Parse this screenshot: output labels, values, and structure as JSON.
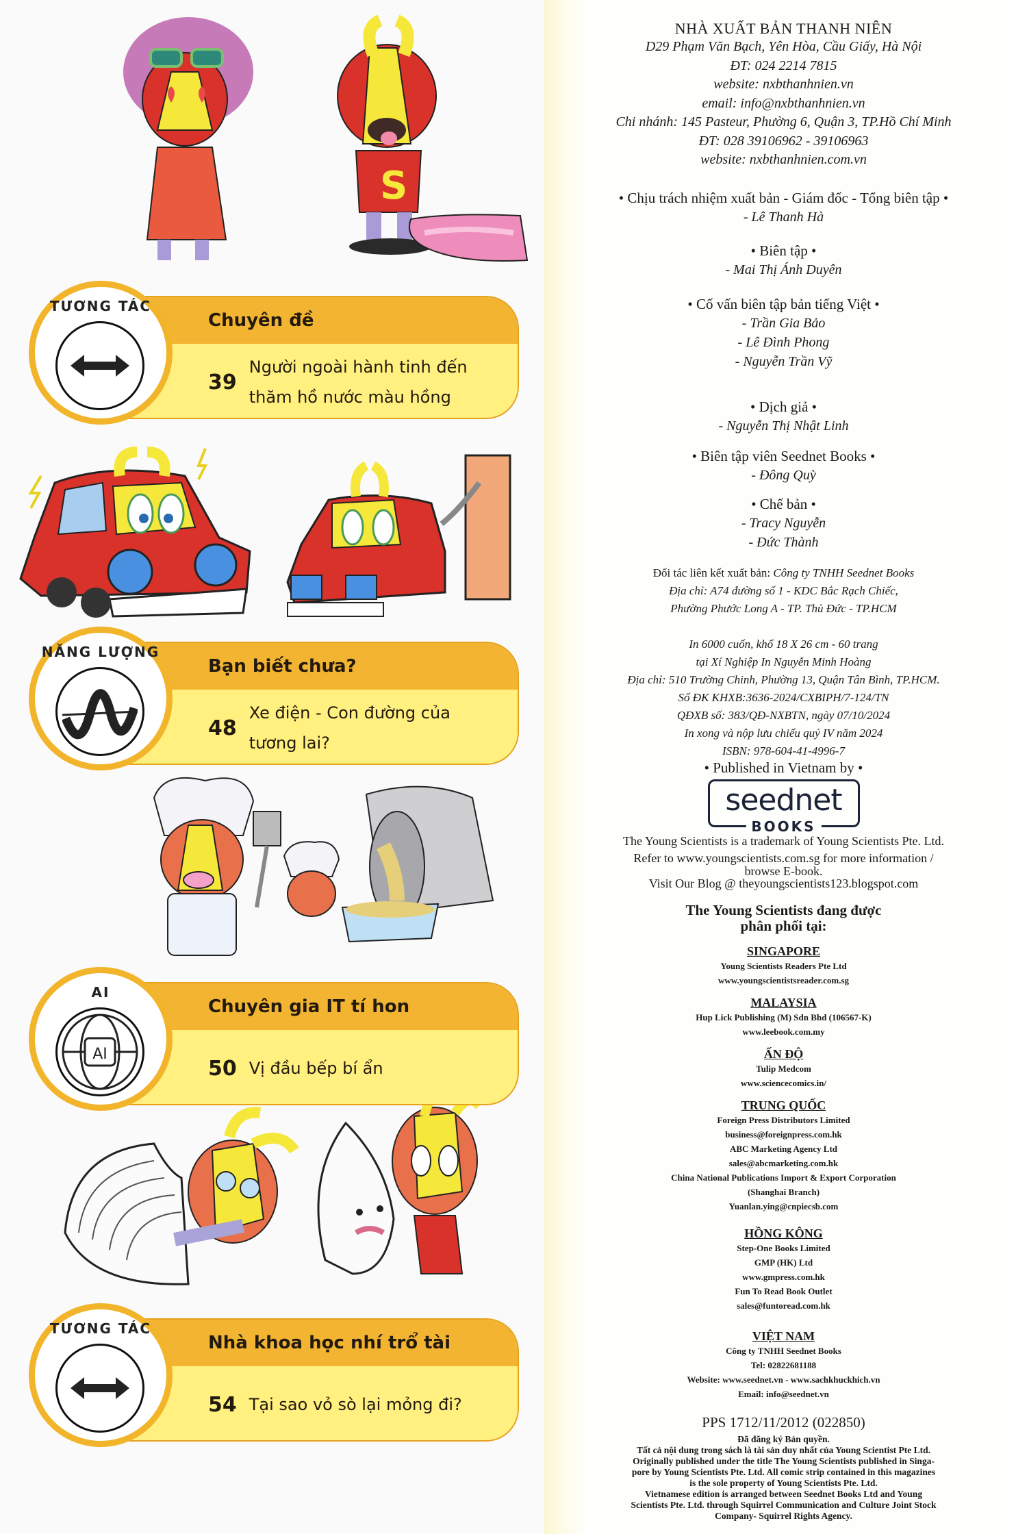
{
  "colors": {
    "card_header": "#f3b432",
    "card_body": "#fff07f",
    "badge_border": "#f2b42a",
    "right_page_bg": "#fefefc",
    "logo_navy": "#1b2336"
  },
  "toc": [
    {
      "badge_label": "TƯƠNG TÁC",
      "badge_icon": "double-arrow-icon",
      "section": "Chuyên đề",
      "page": "39",
      "title": "Người ngoài hành tinh đến thăm hồ nước màu hồng"
    },
    {
      "badge_label": "NĂNG LƯỢNG",
      "badge_icon": "wave-icon",
      "section": "Bạn biết chưa?",
      "page": "48",
      "title": "Xe điện - Con đường của tương lai?"
    },
    {
      "badge_label": "AI",
      "badge_icon": "ai-globe-icon",
      "section": "Chuyên gia IT tí hon",
      "page": "50",
      "title": "Vị đầu bếp bí ẩn"
    },
    {
      "badge_label": "TƯƠNG TÁC",
      "badge_icon": "double-arrow-icon",
      "section": "Nhà khoa học nhí trổ tài",
      "page": "54",
      "title": "Tại sao vỏ sò lại mỏng đi?"
    }
  ],
  "illustrations": [
    "cartoon-characters-pink-lake",
    "cartoon-cars-charging",
    "cartoon-chefs-kitchen",
    "cartoon-shells"
  ],
  "publisher": {
    "name": "NHÀ XUẤT BẢN THANH NIÊN",
    "address": "D29 Phạm Văn Bạch, Yên Hòa, Cầu Giấy, Hà Nội",
    "phone": "ĐT: 024 2214 7815",
    "website": "website: nxbthanhnien.vn",
    "email": "email: info@nxbthanhnien.vn",
    "branch": "Chi nhánh: 145 Pasteur, Phường 6, Quận 3, TP.Hồ Chí Minh",
    "branch_phone": "ĐT: 028 39106962 - 39106963",
    "branch_website": "website: nxbthanhnien.com.vn"
  },
  "credits": [
    {
      "role": "• Chịu trách nhiệm xuất bản - Giám đốc - Tổng biên tập •",
      "names": [
        "- Lê Thanh Hà"
      ]
    },
    {
      "role": "• Biên tập •",
      "names": [
        "- Mai Thị Ánh Duyên"
      ]
    },
    {
      "role": "• Cố vấn biên tập bản tiếng Việt •",
      "names": [
        "- Trần Gia Bảo",
        "- Lê Đình Phong",
        "- Nguyễn Trần Vỹ"
      ]
    },
    {
      "role": "• Dịch giả •",
      "names": [
        "- Nguyễn Thị Nhật Linh"
      ]
    },
    {
      "role": "• Biên tập viên Seednet Books •",
      "names": [
        "- Đông Quỳ"
      ]
    },
    {
      "role": "• Chế bản •",
      "names": [
        "- Tracy Nguyễn",
        "- Đức Thành"
      ]
    }
  ],
  "partner": {
    "label": "Đối tác liên kết xuất bản: ",
    "company": "Công ty TNHH Seednet Books",
    "address1": "Địa chỉ: A74 đường số 1 - KDC Bắc Rạch Chiếc,",
    "address2": "Phường Phước Long A - TP. Thủ Đức - TP.HCM"
  },
  "printing": [
    "In 6000 cuốn, khổ 18 X 26 cm - 60 trang",
    "tại Xí Nghiệp In Nguyễn Minh Hoàng",
    "Địa chỉ: 510 Trường Chinh, Phường 13, Quận Tân Bình, TP.HCM.",
    "Số ĐK KHXB:3636-2024/CXBIPH/7-124/TN",
    "QĐXB số: 383/QĐ-NXBTN, ngày 07/10/2024",
    "In xong và nộp lưu chiểu quý IV năm 2024",
    "ISBN: 978-604-41-4996-7"
  ],
  "published_by": "• Published in Vietnam by •",
  "logo": {
    "word": "seednet",
    "sub": "BOOKS"
  },
  "trademark": [
    "The Young Scientists is a trademark of Young Scientists Pte. Ltd.",
    "Refer to www.youngscientists.com.sg for more information /",
    "browse E-book.",
    "Visit Our Blog @ theyoungscientists123.blogspot.com"
  ],
  "distribution_title": [
    "The Young Scientists đang được",
    "phân phối tại:"
  ],
  "distributors": [
    {
      "country": "SINGAPORE",
      "lines": [
        "Young Scientists Readers Pte Ltd",
        "www.youngscientistsreader.com.sg"
      ]
    },
    {
      "country": "MALAYSIA",
      "lines": [
        "Hup Lick Publishing (M) Sdn Bhd (106567-K)",
        "www.leebook.com.my"
      ]
    },
    {
      "country": "ẤN ĐỘ",
      "lines": [
        "Tulip Medcom",
        "www.sciencecomics.in/"
      ]
    },
    {
      "country": "TRUNG QUỐC",
      "lines": [
        "Foreign Press Distributors Limited",
        "business@foreignpress.com.hk",
        "ABC Marketing Agency Ltd",
        "sales@abcmarketing.com.hk",
        "China National Publications Import & Export Corporation",
        "(Shanghai Branch)",
        "Yuanlan.ying@cnpiecsb.com"
      ]
    },
    {
      "country": "HỒNG KÔNG",
      "lines": [
        "Step-One Books Limited",
        "GMP (HK) Ltd",
        "www.gmpress.com.hk",
        "Fun To Read Book Outlet",
        "sales@funtoread.com.hk"
      ]
    },
    {
      "country": "VIỆT NAM",
      "lines": [
        "Công ty TNHH Seednet Books",
        "Tel: 02822681188",
        "Website: www.seednet.vn - www.sachkhuckhich.vn",
        "Email: info@seednet.vn"
      ]
    }
  ],
  "pps": "PPS 1712/11/2012 (022850)",
  "copyright": [
    "Đã đăng ký Bản quyền.",
    "Tất cả nội dung trong sách là tài sản duy nhất của Young Scientist Pte Ltd.",
    "Originally published under the title The Young Scientists published in Singa-",
    "pore by Young Scientists Pte. Ltd. All comic strip contained in this magazines",
    "is the sole property of Young Scientists Pte. Ltd.",
    "Vietnamese edition is arranged between Seednet Books Ltd and Young",
    "Scientists Pte. Ltd. through Squirrel Communication and Culture Joint Stock",
    "Company- Squirrel Rights Agency."
  ]
}
